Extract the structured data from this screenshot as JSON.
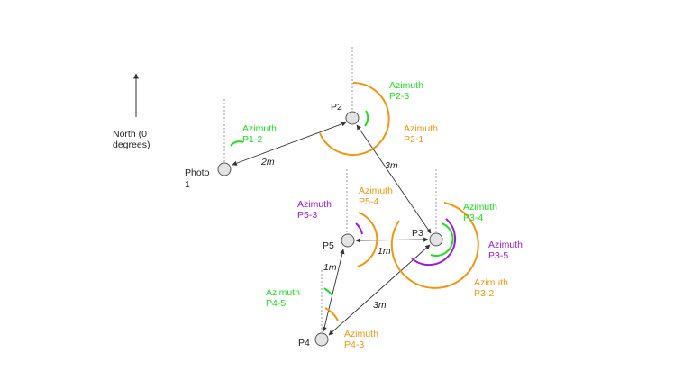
{
  "colors": {
    "green": "#22dd22",
    "orange": "#f0960f",
    "purple": "#9b19dd",
    "line": "#333333"
  },
  "north": {
    "line1": "North (0",
    "line2": "degrees)"
  },
  "nodes": {
    "photo1": {
      "line1": "Photo",
      "line2": "1"
    },
    "p2": {
      "label": "P2"
    },
    "p3": {
      "label": "P3"
    },
    "p4": {
      "label": "P4"
    },
    "p5": {
      "label": "P5"
    }
  },
  "distances": {
    "photo1_p2": "2m",
    "p2_p3": "3m",
    "p5_p3": "1m",
    "p4_p5": "1m",
    "p4_p3": "3m"
  },
  "azimuths": {
    "p1_2": {
      "line1": "Azimuth",
      "line2": "P1-2"
    },
    "p2_3": {
      "line1": "Azimuth",
      "line2": "P2-3"
    },
    "p2_1": {
      "line1": "Azimuth",
      "line2": "P2-1"
    },
    "p5_3": {
      "line1": "Azimuth",
      "line2": "P5-3"
    },
    "p5_4": {
      "line1": "Azimuth",
      "line2": "P5-4"
    },
    "p3_4": {
      "line1": "Azimuth",
      "line2": "P3-4"
    },
    "p3_5": {
      "line1": "Azimuth",
      "line2": "P3-5"
    },
    "p3_2": {
      "line1": "Azimuth",
      "line2": "P3-2"
    },
    "p4_5": {
      "line1": "Azimuth",
      "line2": "P4-5"
    },
    "p4_3": {
      "line1": "Azimuth",
      "line2": "P4-3"
    }
  }
}
